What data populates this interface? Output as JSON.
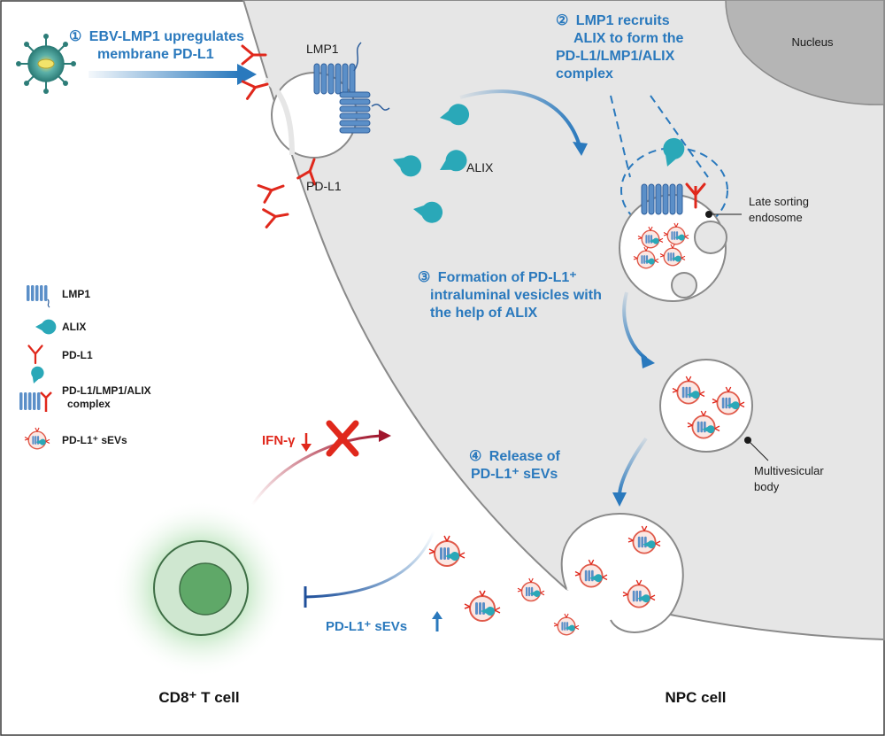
{
  "steps": {
    "s1": {
      "num": "①",
      "line1": "EBV-LMP1 upregulates",
      "line2": "membrane PD-L1"
    },
    "s2": {
      "num": "②",
      "line1": "LMP1 recruits",
      "line2": "ALIX to form the",
      "line3": "PD-L1/LMP1/ALIX",
      "line4": "complex"
    },
    "s3": {
      "num": "③",
      "line1": "Formation of PD-L1⁺",
      "line2": "intraluminal vesicles with",
      "line3": "the help of ALIX"
    },
    "s4": {
      "num": "④",
      "line1": "Release of",
      "line2": "PD-L1⁺ sEVs"
    }
  },
  "labels": {
    "nucleus": "Nucleus",
    "lmp1": "LMP1",
    "pdl1": "PD-L1",
    "alix": "ALIX",
    "late_sorting_1": "Late sorting",
    "late_sorting_2": "endosome",
    "mvb_1": "Multivesicular",
    "mvb_2": "body",
    "ifn": "IFN-γ",
    "sevs_bottom": "PD-L1⁺ sEVs",
    "cd8": "CD8⁺ T cell",
    "npc": "NPC cell"
  },
  "legend": {
    "lmp1": "LMP1",
    "alix": "ALIX",
    "pdl1": "PD-L1",
    "complex_1": "PD-L1/LMP1/ALIX",
    "complex_2": "complex",
    "sevs": "PD-L1⁺ sEVs"
  },
  "colors": {
    "cell_fill": "#e6e6e6",
    "membrane": "#8a8a8a",
    "blue_step": "#2a79bd",
    "lmp1_blue": "#5b8fc8",
    "alix_teal": "#2aa8b8",
    "pdl1_red": "#e0281c",
    "tcell_green": "#6fb87a"
  }
}
